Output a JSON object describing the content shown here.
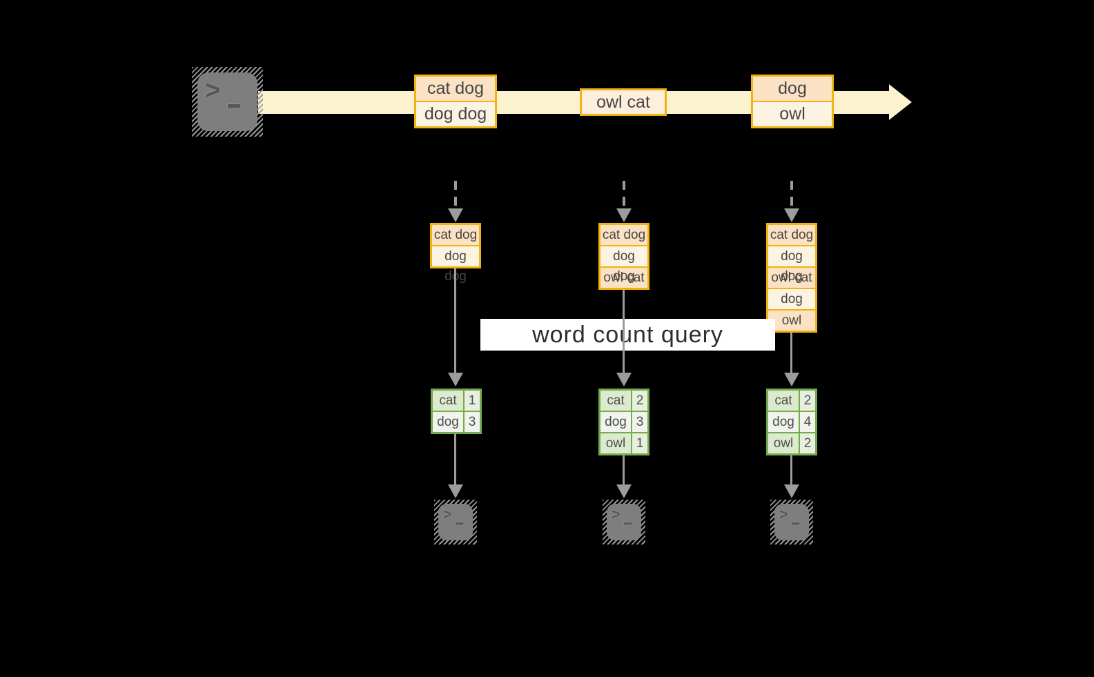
{
  "diagram": {
    "terminal_prompt": ">",
    "stream_events": [
      {
        "lines": [
          "cat dog",
          "dog dog"
        ]
      },
      {
        "lines": [
          "owl cat"
        ]
      },
      {
        "lines": [
          "dog",
          "owl"
        ]
      }
    ],
    "batches": [
      {
        "rows": [
          "cat dog",
          "dog dog"
        ]
      },
      {
        "rows": [
          "cat dog",
          "dog dog",
          "owl cat"
        ]
      },
      {
        "rows": [
          "cat dog",
          "dog dog",
          "owl cat",
          "dog",
          "owl"
        ]
      }
    ],
    "query_label": "word count query",
    "results": [
      {
        "rows": [
          [
            "cat",
            "1"
          ],
          [
            "dog",
            "3"
          ]
        ]
      },
      {
        "rows": [
          [
            "cat",
            "2"
          ],
          [
            "dog",
            "3"
          ],
          [
            "owl",
            "1"
          ]
        ]
      },
      {
        "rows": [
          [
            "cat",
            "2"
          ],
          [
            "dog",
            "4"
          ],
          [
            "owl",
            "2"
          ]
        ]
      }
    ],
    "colors": {
      "background": "#000000",
      "gold_border": "#f0b30f",
      "peach_fill": "#fbe2c4",
      "cream_fill": "#fdf3e3",
      "stream_band": "#fcf2cf",
      "green_border": "#76ab4c",
      "green_fill": "#dcead0",
      "green_fill_light": "#f0f4ed",
      "arrow_gray": "#9c9c9c",
      "banner_bg": "#ffffff"
    }
  }
}
